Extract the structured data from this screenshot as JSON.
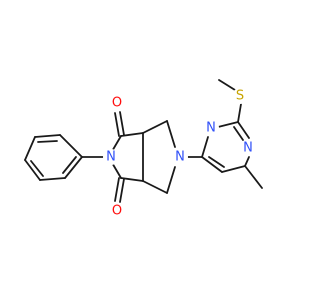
{
  "molecule": {
    "atoms": {
      "O1": {
        "symbol": "O",
        "color": "#ff0d0d"
      },
      "O2": {
        "symbol": "O",
        "color": "#ff0d0d"
      },
      "N_imide": {
        "symbol": "N",
        "color": "#3050f8"
      },
      "N_pyrrolidine": {
        "symbol": "N",
        "color": "#3050f8"
      },
      "N_pyrimidine_1": {
        "symbol": "N",
        "color": "#3050f8"
      },
      "N_pyrimidine_3": {
        "symbol": "N",
        "color": "#3050f8"
      },
      "S_thioether": {
        "symbol": "S",
        "color": "#c7a400"
      }
    },
    "bond_color": "#1a1a1a"
  }
}
